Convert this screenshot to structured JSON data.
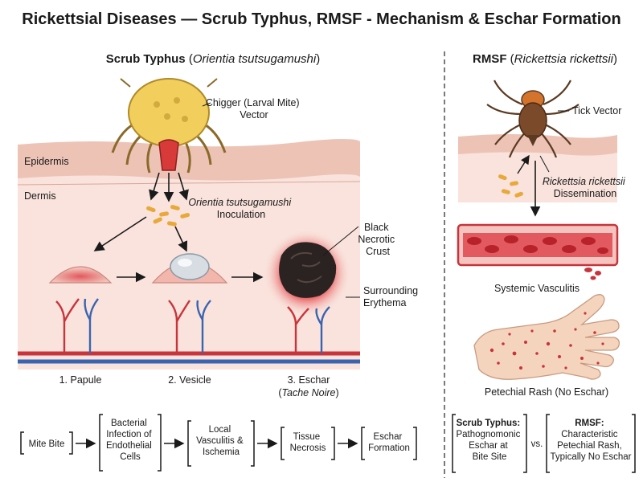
{
  "title": "Rickettsial Diseases — Scrub Typhus, RMSF - Mechanism & Eschar Formation",
  "left": {
    "heading_name": "Scrub Typhus",
    "heading_open": "(",
    "heading_species": "Orientia tsutsugamushi",
    "heading_close": ")",
    "vector_label": [
      "Chigger (Larval Mite)",
      "Vector"
    ],
    "epidermis": "Epidermis",
    "dermis": "Dermis",
    "inoculation": [
      "Orientia tsutsugamushi",
      "Inoculation"
    ],
    "crust_label": [
      "Black",
      "Necrotic",
      "Crust"
    ],
    "erythema_label": [
      "Surrounding",
      "Erythema"
    ],
    "stage1": "1. Papule",
    "stage2": "2. Vesicle",
    "stage3": "3. Eschar",
    "stage3_open": "(",
    "stage3_sub": "Tache Noire",
    "stage3_close": ")"
  },
  "right": {
    "heading_name": "RMSF",
    "heading_open": "(",
    "heading_species": "Rickettsia rickettsii",
    "heading_close": ")",
    "tick_label": "Tick Vector",
    "dissemination": [
      "Rickettsia rickettsii",
      "Dissemination"
    ],
    "vasculitis": "Systemic Vasculitis",
    "rash": "Petechial Rash (No Eschar)"
  },
  "flow": {
    "steps": [
      [
        "Mite Bite"
      ],
      [
        "Bacterial",
        "Infection of",
        "Endothelial",
        "Cells"
      ],
      [
        "Local",
        "Vasculitis &",
        "Ischemia"
      ],
      [
        "Tissue",
        "Necrosis"
      ],
      [
        "Eschar",
        "Formation"
      ]
    ]
  },
  "compare": {
    "left_title": "Scrub Typhus:",
    "left_lines": [
      "Pathognomonic",
      "Eschar at",
      "Bite Site"
    ],
    "vs": "vs.",
    "right_title": "RMSF:",
    "right_lines": [
      "Characteristic",
      "Petechial Rash,",
      "Typically No Eschar"
    ]
  },
  "colors": {
    "skin_epidermis": "#edc3b6",
    "skin_dermis": "#f9e3dc",
    "artery": "#c8343b",
    "vein": "#3a64b0",
    "mite_body": "#f2cf5c",
    "tick_body": "#7a4a2a",
    "eschar": "#2b2321",
    "bacteria": "#e8a93a"
  }
}
